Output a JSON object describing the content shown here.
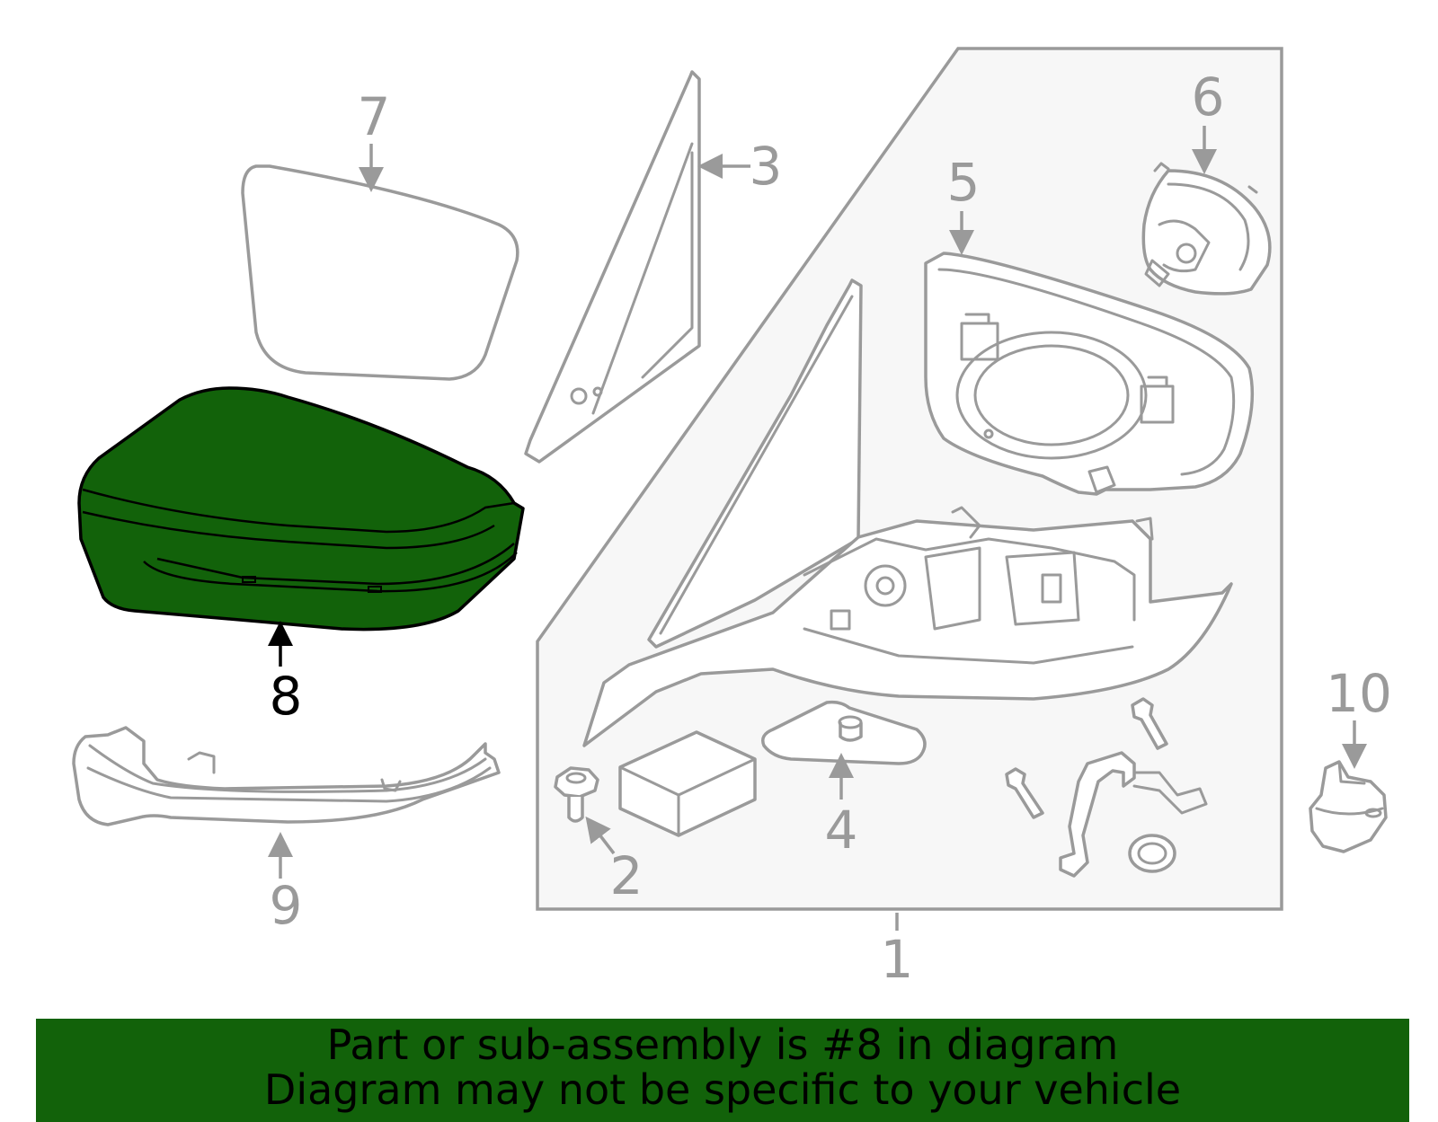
{
  "callouts": {
    "c1": "1",
    "c2": "2",
    "c3": "3",
    "c4": "4",
    "c5": "5",
    "c6": "6",
    "c7": "7",
    "c8": "8",
    "c9": "9",
    "c10": "10"
  },
  "highlighted_part": "8",
  "colors": {
    "highlight_fill": "#12620a",
    "line_art": "#9a9a9a",
    "assembly_box_fill": "#f7f7f7",
    "banner_background": "#12620a"
  },
  "banner": {
    "line1": "Part or sub-assembly is #8 in diagram",
    "line2": "Diagram may not be specific to your vehicle"
  }
}
